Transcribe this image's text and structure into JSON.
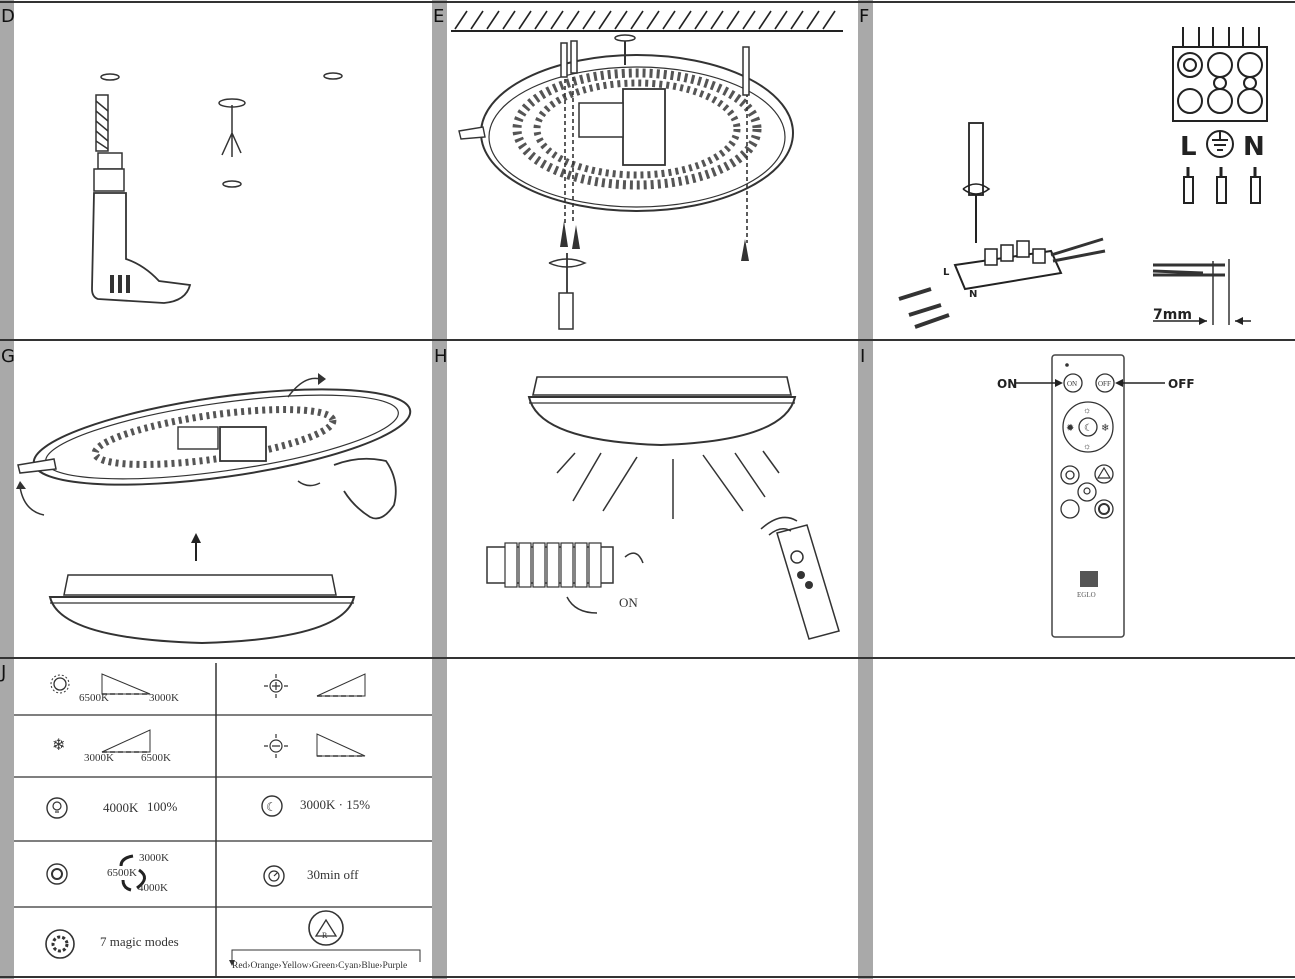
{
  "panels": {
    "d": {
      "letter": "D"
    },
    "e": {
      "letter": "E"
    },
    "f": {
      "letter": "F",
      "terminal_labels": [
        "L",
        "⏚",
        "N"
      ],
      "strip_length": "7mm",
      "l_mark": "L",
      "n_mark": "N"
    },
    "g": {
      "letter": "G"
    },
    "h": {
      "letter": "H",
      "switch_label": "ON"
    },
    "i": {
      "letter": "I",
      "on_label": "ON",
      "off_label": "OFF",
      "btn_on": "ON",
      "btn_off": "OFF",
      "brand": "EGLO"
    },
    "j": {
      "letter": "J"
    }
  },
  "j_table": {
    "r1_left": {
      "k_from": "6500K",
      "k_to": "3000K"
    },
    "r2_left": {
      "k_from": "3000K",
      "k_to": "6500K"
    },
    "r3_left": {
      "kelvin": "4000K",
      "level": "100%"
    },
    "r3_right": {
      "text": "3000K · 15%"
    },
    "r4_left": {
      "k_a": "3000K",
      "k_b": "6500K",
      "k_c": "4000K"
    },
    "r4_right": {
      "text": "30min off"
    },
    "r5_left": {
      "text": "7 magic modes"
    },
    "r5_right": {
      "colors": "Red›Orange›Yellow›Green›Cyan›Blue›Purple"
    }
  }
}
